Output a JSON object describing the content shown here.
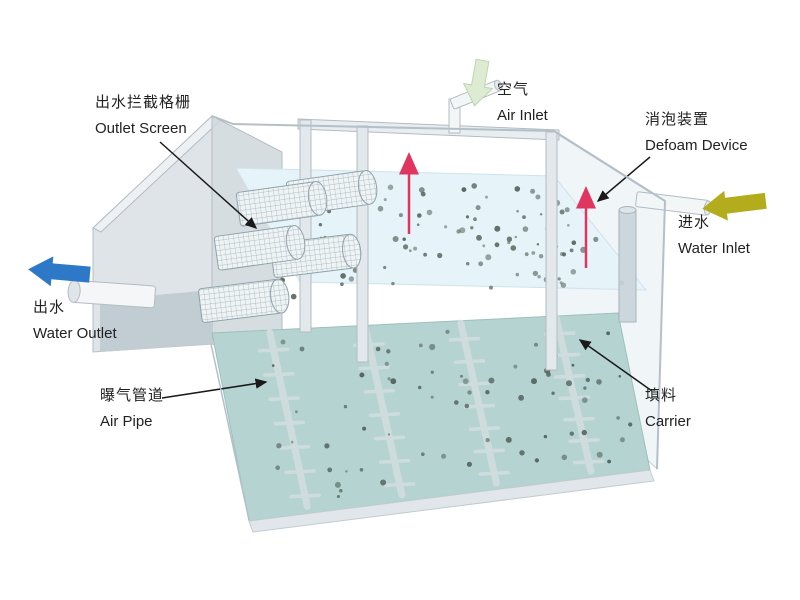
{
  "diagram": {
    "labels": {
      "outlet_screen": {
        "zh": "出水拦截格栅",
        "en": "Outlet Screen"
      },
      "air_inlet": {
        "zh": "空气",
        "en": "Air Inlet"
      },
      "defoam_device": {
        "zh": "消泡装置",
        "en": "Defoam Device"
      },
      "water_inlet": {
        "zh": "进水",
        "en": "Water Inlet"
      },
      "water_outlet": {
        "zh": "出水",
        "en": "Water Outlet"
      },
      "air_pipe": {
        "zh": "曝气管道",
        "en": "Air Pipe"
      },
      "carrier": {
        "zh": "填料",
        "en": "Carrier"
      }
    },
    "colors": {
      "leader_arrow": "#1a1a1a",
      "defoam_arrow": "#e0355f",
      "air_inlet_arrow_fill": "#dcebd2",
      "air_inlet_arrow_stroke": "#bcd6ae",
      "water_outlet_arrow": "#2e78c8",
      "water_inlet_arrow": "#b3ac1d",
      "water_surface": "#e6f3f8",
      "tank_floor": "#b5d4d1",
      "air_pipe_color": "#cfdcdd",
      "carrier_dot": "#57665f",
      "wall": "#dfe4e8",
      "frame": "#e2e8ec"
    }
  }
}
